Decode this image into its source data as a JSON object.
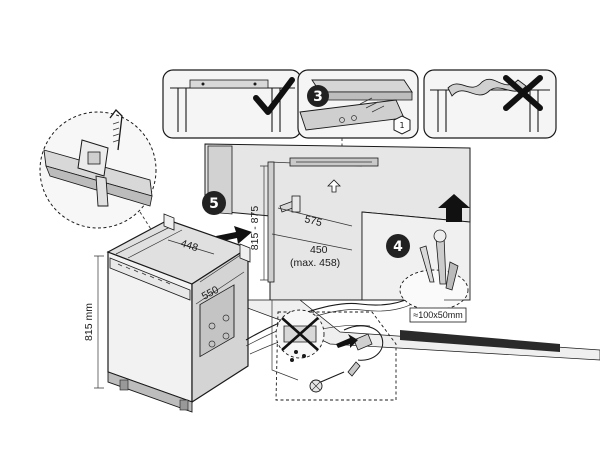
{
  "steps": {
    "three": "3",
    "four": "4",
    "five": "5",
    "one": "1"
  },
  "dimensions": {
    "depth_448": "448",
    "width_550": "550",
    "height_815mm": "815 mm",
    "niche_height": "815 - 875",
    "niche_575": "575",
    "niche_450": "450",
    "niche_max": "(max. 458)",
    "opening": "≈100x50mm"
  },
  "colors": {
    "ink": "#1a1a1a",
    "panel": "#ececec",
    "wall": "#e4e4e4",
    "appliance": "#dcdcdc",
    "step_badge": "#222222"
  },
  "icons": {
    "correct": "check-icon",
    "wrong": "x-icon",
    "lift": "up-arrow-icon",
    "push": "right-arrow-icon"
  }
}
